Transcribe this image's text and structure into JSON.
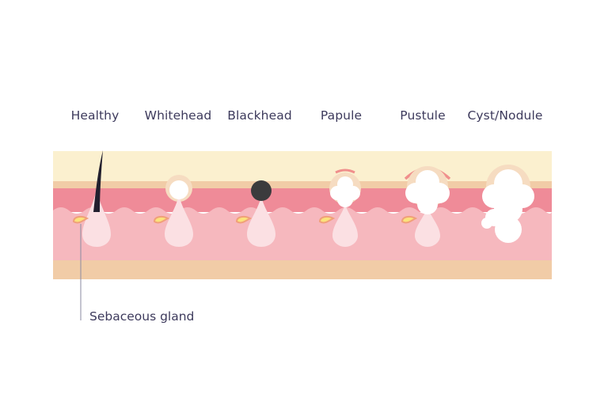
{
  "stages": [
    {
      "id": "healthy",
      "label": "Healthy"
    },
    {
      "id": "whitehead",
      "label": "Whitehead"
    },
    {
      "id": "blackhead",
      "label": "Blackhead"
    },
    {
      "id": "papule",
      "label": "Papule"
    },
    {
      "id": "pustule",
      "label": "Pustule"
    },
    {
      "id": "cyst",
      "label": "Cyst/Nodule"
    }
  ],
  "callout": {
    "label": "Sebaceous gland"
  },
  "colors": {
    "epidermis_top": "#fbf0cf",
    "skin_tan": "#f1cca7",
    "dermis_red": "#ef8b98",
    "dermis_pink": "#f6b8be",
    "follicle": "#fbe0e3",
    "gland_fill": "#fbe27c",
    "gland_outline": "#f0a07a",
    "hair": "#221f2e",
    "blackhead": "#3b3b3d",
    "pus": "#ffffff",
    "inflamed_ring": "#f08f8c",
    "text": "#3d3a5c"
  }
}
